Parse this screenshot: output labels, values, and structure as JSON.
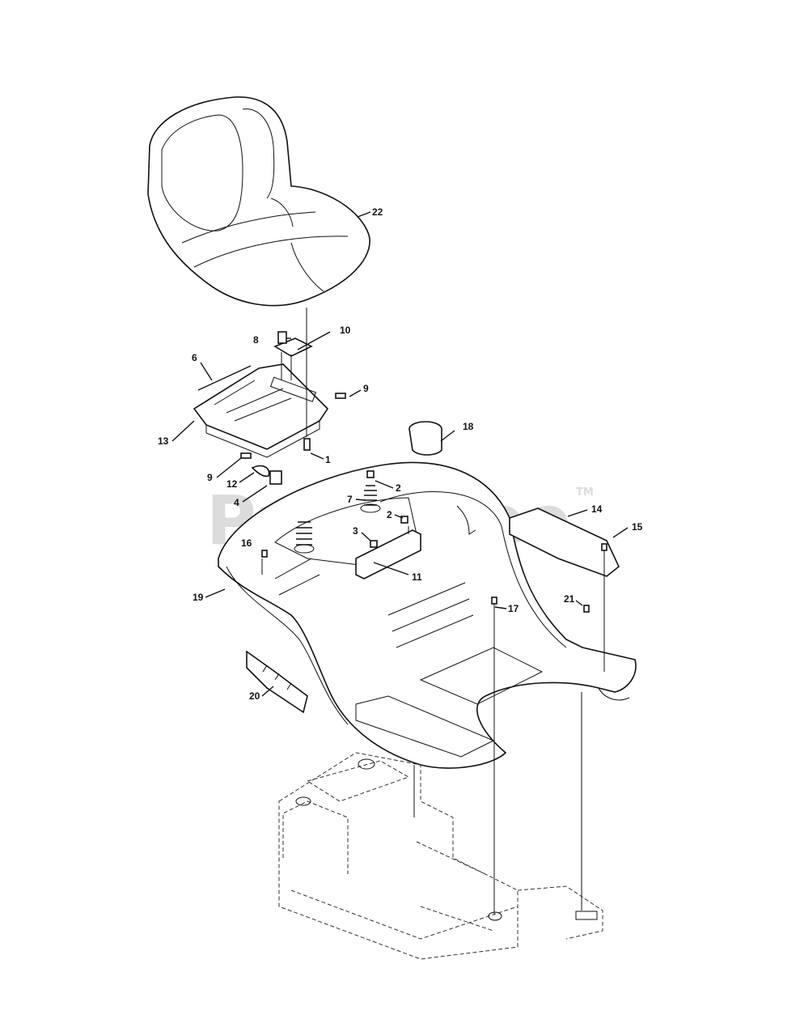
{
  "watermark": {
    "text": "PartsTree",
    "tm": "TM"
  },
  "callouts": {
    "c1": "1",
    "c2a": "2",
    "c2b": "2",
    "c3": "3",
    "c4": "4",
    "c6": "6",
    "c7": "7",
    "c8": "8",
    "c9a": "9",
    "c9b": "9",
    "c10": "10",
    "c11": "11",
    "c12": "12",
    "c13": "13",
    "c14": "14",
    "c15": "15",
    "c16": "16",
    "c17": "17",
    "c18": "18",
    "c19": "19",
    "c20": "20",
    "c21": "21",
    "c22": "22"
  }
}
